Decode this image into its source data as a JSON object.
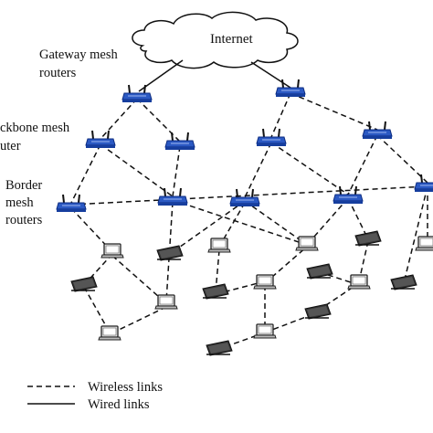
{
  "labels": {
    "internet": "Internet",
    "gateway_line1": "Gateway mesh",
    "gateway_line2": "routers",
    "backbone_line1": "ckbone mesh",
    "backbone_line2": "uter",
    "border_line1": "Border",
    "border_line2": "mesh",
    "border_line3": "routers"
  },
  "legend": {
    "wireless": "Wireless links",
    "wired": "Wired links"
  },
  "icons": {
    "router": "mesh-router-icon",
    "laptop": "laptop-icon",
    "monitor": "monitor-icon",
    "cloud": "cloud-icon"
  }
}
